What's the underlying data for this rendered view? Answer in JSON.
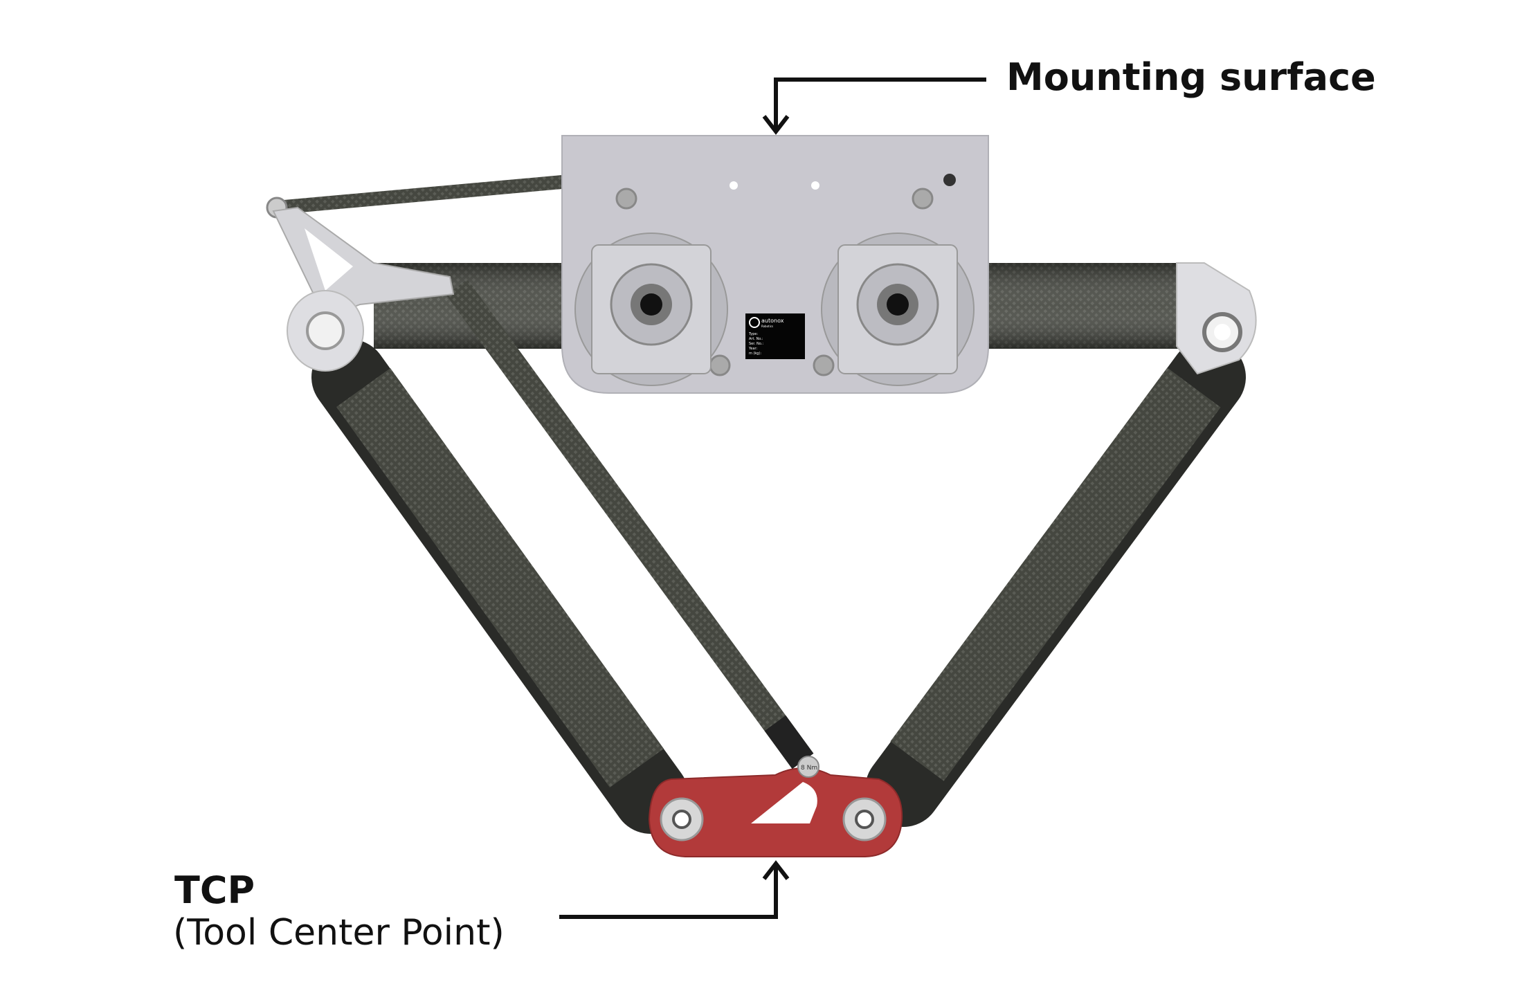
{
  "labels": {
    "mounting_surface": "Mounting surface",
    "tcp": "TCP",
    "tcp_full": "(Tool Center Point)"
  },
  "nameplate": {
    "brand": "autonox",
    "sub": "Robotics",
    "fields": [
      "Type:",
      "Art. No.:",
      "Ser. No.:",
      "Year:",
      "m (kg):"
    ]
  },
  "torque_mark": "8 Nm",
  "colors": {
    "plate": "#c9c8cf",
    "carbon": "#4a4c46",
    "tcp_flange": "#b23a3a",
    "joint": "#d8d8dc"
  }
}
